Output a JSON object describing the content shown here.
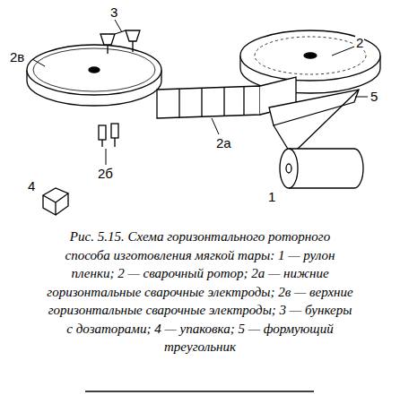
{
  "diagram": {
    "caption": "Рис. 5.15. Схема горизонтального роторного способа изготовления мягкой тары: 1 — рулон пленки; 2 — сварочный ротор; 2а — нижние горизонтальные сварочные электроды; 2в — верхние горизонтальные сварочные электроды; 3 — бункеры с дозаторами; 4 — упаковка; 5 — формующий треугольник",
    "labels": [
      "3",
      "2",
      "2в",
      "5",
      "1",
      "4",
      "2б",
      "2а"
    ]
  }
}
